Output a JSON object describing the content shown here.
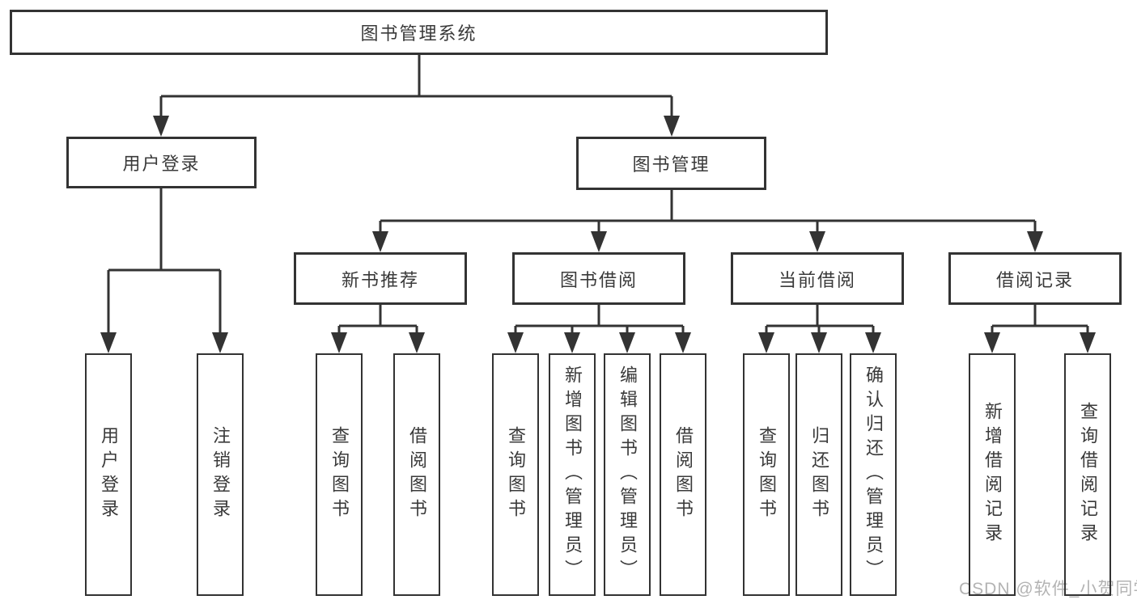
{
  "diagram": {
    "type": "hierarchy-tree",
    "watermark": "CSDN @软件_小贺同学",
    "colors": {
      "line": "#333333",
      "border": "#333333",
      "text": "#3a3a3a",
      "background": "#ffffff",
      "watermark": "#b3b3b3"
    },
    "nodes": {
      "root": {
        "label": "图书管理系统"
      },
      "level2": [
        {
          "label": "用户登录"
        },
        {
          "label": "图书管理"
        }
      ],
      "level3": [
        {
          "label": "新书推荐",
          "parent": "图书管理"
        },
        {
          "label": "图书借阅",
          "parent": "图书管理"
        },
        {
          "label": "当前借阅",
          "parent": "图书管理"
        },
        {
          "label": "借阅记录",
          "parent": "图书管理"
        }
      ],
      "leaves": [
        {
          "label": "用户登录",
          "parent": "用户登录"
        },
        {
          "label": "注销登录",
          "parent": "用户登录"
        },
        {
          "label": "查询图书",
          "parent": "新书推荐"
        },
        {
          "label": "借阅图书",
          "parent": "新书推荐"
        },
        {
          "label": "查询图书",
          "parent": "图书借阅"
        },
        {
          "label": "新增图书（管理员）",
          "parent": "图书借阅"
        },
        {
          "label": "编辑图书（管理员）",
          "parent": "图书借阅"
        },
        {
          "label": "借阅图书",
          "parent": "图书借阅"
        },
        {
          "label": "查询图书",
          "parent": "当前借阅"
        },
        {
          "label": "归还图书",
          "parent": "当前借阅"
        },
        {
          "label": "确认归还（管理员）",
          "parent": "当前借阅"
        },
        {
          "label": "新增借阅记录",
          "parent": "借阅记录"
        },
        {
          "label": "查询借阅记录",
          "parent": "借阅记录"
        }
      ]
    }
  }
}
